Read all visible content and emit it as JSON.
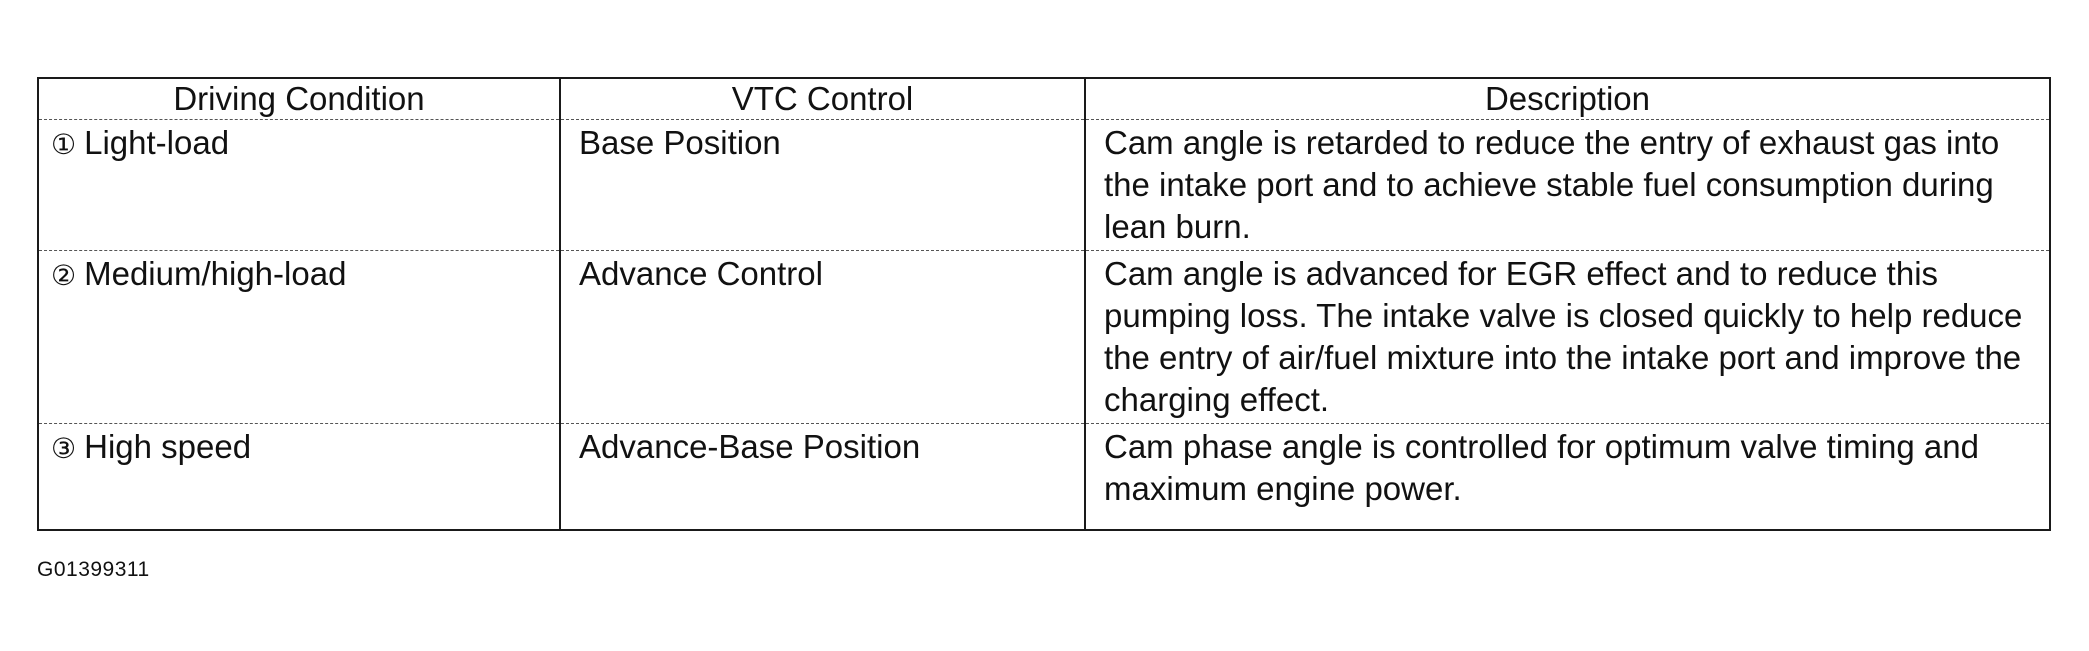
{
  "table": {
    "headers": [
      "Driving Condition",
      "VTC Control",
      "Description"
    ],
    "rows": [
      {
        "num": "①",
        "condition": "Light-load",
        "control": "Base Position",
        "description": "Cam angle is retarded to reduce the entry of exhaust gas into the intake port and to achieve stable fuel consumption during lean burn."
      },
      {
        "num": "②",
        "condition": "Medium/high-load",
        "control": "Advance Control",
        "description": "Cam angle is advanced for EGR effect and to reduce this pumping loss. The intake valve is closed quickly to help reduce the entry of air/fuel mixture into the intake port and improve the charging effect."
      },
      {
        "num": "③",
        "condition": "High speed",
        "control": "Advance-Base Position",
        "description": "Cam phase angle is controlled for optimum valve timing and maximum engine power."
      }
    ]
  },
  "figure_code": "G01399311"
}
